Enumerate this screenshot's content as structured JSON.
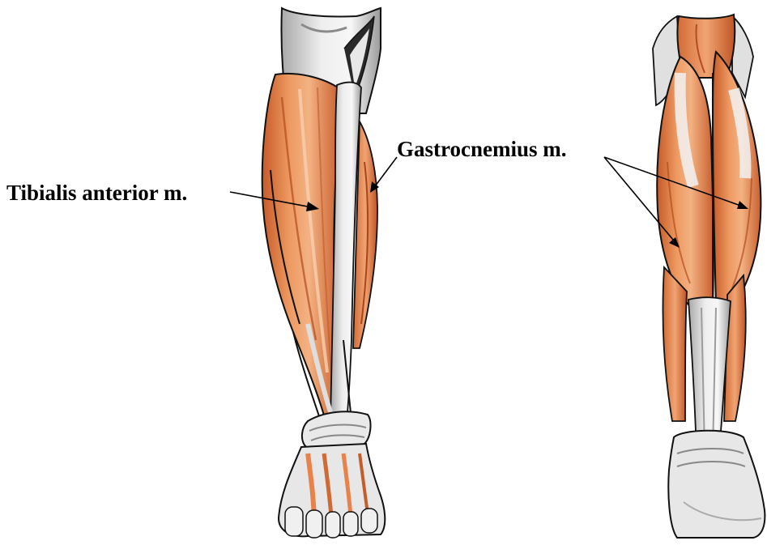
{
  "labels": {
    "tibialis": "Tibialis anterior m.",
    "gastrocnemius": "Gastrocnemius m."
  },
  "figures": {
    "front_leg": "anterior-leg-muscles-illustration",
    "back_leg": "posterior-leg-muscles-illustration"
  },
  "colors": {
    "muscle": "#e58a55",
    "muscle_dark": "#b24a1e",
    "muscle_light": "#f6c29a",
    "tendon": "#e6e6e6",
    "tendon_shadow": "#9c9c9c",
    "outline": "#111111",
    "text": "#000000",
    "background": "#ffffff"
  }
}
